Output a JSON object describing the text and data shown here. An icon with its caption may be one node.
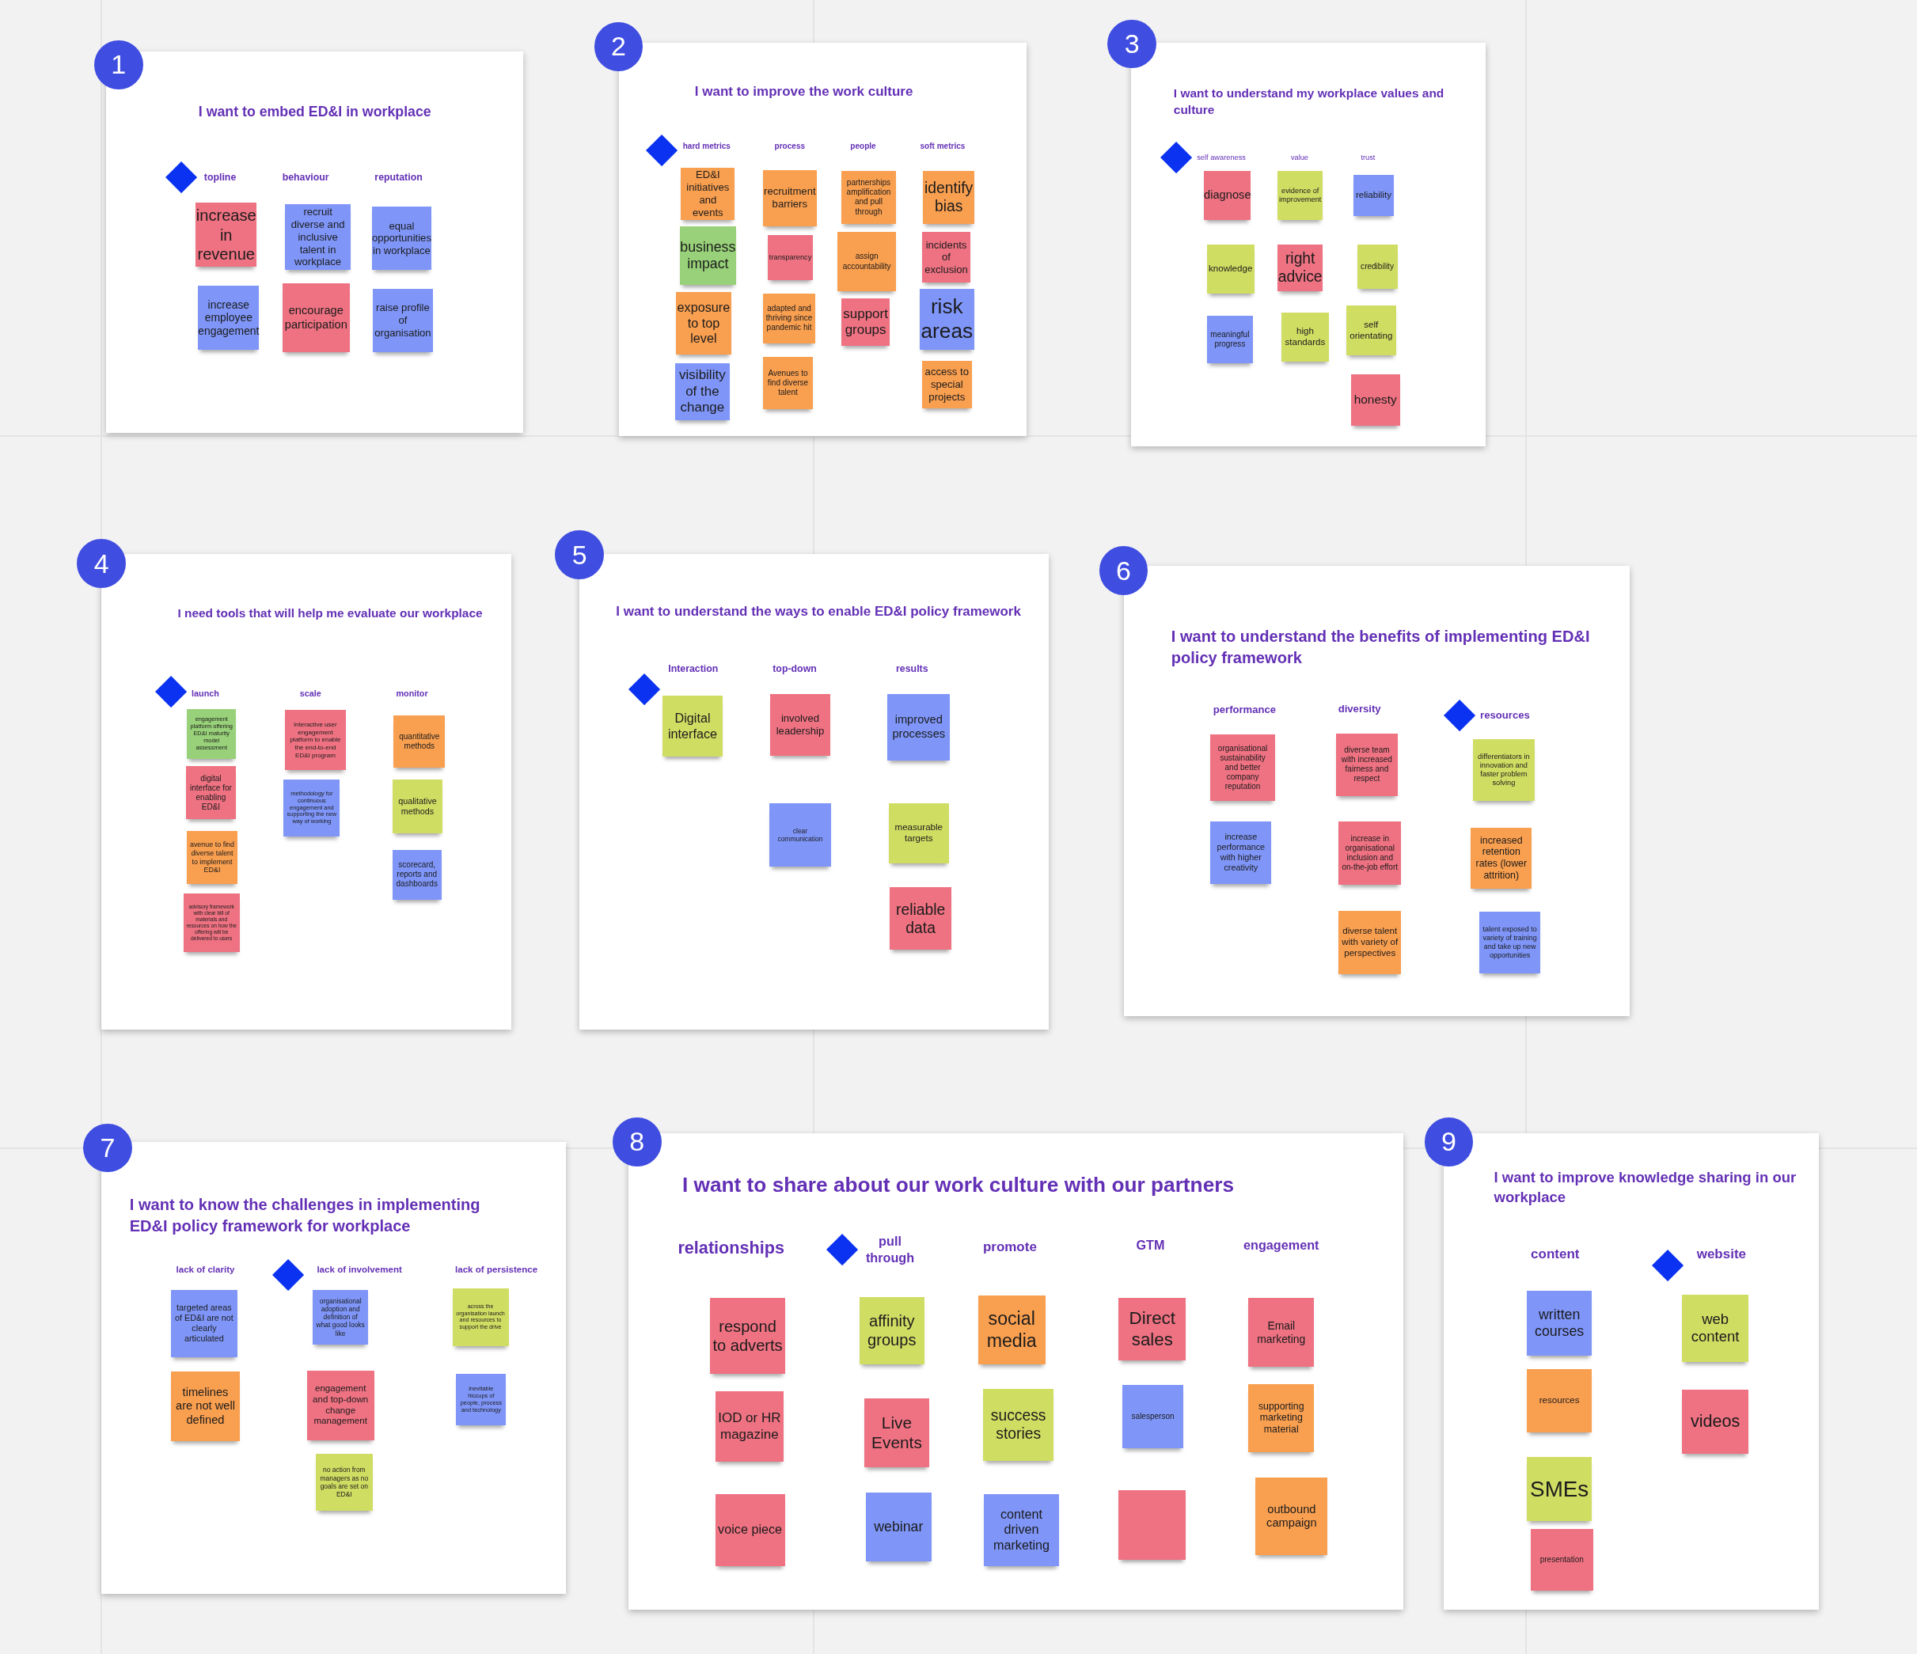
{
  "diagram": {
    "nodes": [
      {
        "text": [
          "1"
        ]
      },
      {
        "text": [
          "I want to embed ED&I in workplace"
        ]
      },
      {
        "text": [],
        "shape": "diamond",
        "in": 1
      },
      {
        "text": [
          "increase in revenue"
        ],
        "in": 1
      },
      {
        "text": [
          "recruit diverse and inclusive talent in workplace"
        ],
        "in": 1
      },
      {
        "text": [
          "equal opportunities in workplace"
        ],
        "in": 1
      },
      {
        "text": [
          "increase employee engagement"
        ],
        "in": 1
      },
      {
        "text": [
          "encourage participation"
        ],
        "in": 1
      },
      {
        "text": [
          "raise profile of organisation"
        ],
        "in": 1
      },
      {
        "text": [
          "2"
        ]
      },
      {
        "text": [
          "I want to improve the work culture"
        ]
      },
      {
        "text": [],
        "shape": "diamond",
        "in": 10
      },
      {
        "text": [
          "ED&I initiatives and events"
        ],
        "in": 10
      },
      {
        "text": [
          "business impact"
        ],
        "in": 10
      },
      {
        "text": [
          "exposure to top level"
        ],
        "in": 10
      },
      {
        "text": [
          "visibility of the change"
        ],
        "in": 10
      },
      {
        "text": [
          "recruitment barriers"
        ],
        "in": 10
      },
      {
        "text": [
          "transparency"
        ],
        "in": 10
      },
      {
        "text": [
          "adapted and thriving since pandemic hit"
        ],
        "in": 10
      },
      {
        "text": [
          "Avenues to find diverse talent"
        ],
        "in": 10
      },
      {
        "text": [
          "partnerships amplification and pull through"
        ],
        "in": 10
      },
      {
        "text": [
          "assign accountability"
        ],
        "in": 10
      },
      {
        "text": [
          "support groups"
        ],
        "in": 10
      },
      {
        "text": [
          "identify bias"
        ],
        "in": 10
      },
      {
        "text": [
          "incidents of exclusion"
        ],
        "in": 10
      },
      {
        "text": [
          "risk areas"
        ],
        "in": 10
      },
      {
        "text": [
          "access to special projects"
        ],
        "in": 10
      },
      {
        "text": [
          "3"
        ]
      },
      {
        "text": [
          "I want to understand my workplace values and culture"
        ]
      },
      {
        "text": [],
        "shape": "diamond",
        "in": 28
      },
      {
        "text": [
          "diagnose"
        ],
        "in": 28
      },
      {
        "text": [
          "evidence of improvement"
        ],
        "in": 28
      },
      {
        "text": [
          "reliability"
        ],
        "in": 28
      },
      {
        "text": [
          "knowledge"
        ],
        "in": 28
      },
      {
        "text": [
          "right advice"
        ],
        "in": 28
      },
      {
        "text": [
          "credibility"
        ],
        "in": 28
      },
      {
        "text": [
          "meaningful progress"
        ],
        "in": 28
      },
      {
        "text": [
          "high standards"
        ],
        "in": 28
      },
      {
        "text": [
          "self orientating"
        ],
        "in": 28
      },
      {
        "text": [
          "honesty"
        ],
        "in": 28
      },
      {
        "text": [
          "4"
        ]
      },
      {
        "text": [
          "I need tools that will help me evaluate our workplace"
        ]
      },
      {
        "text": [],
        "shape": "diamond",
        "in": 41
      },
      {
        "text": [
          "engagement platform offering ED&I maturity model assessment"
        ],
        "in": 41
      },
      {
        "text": [
          "digital interface for enabling ED&I"
        ],
        "in": 41
      },
      {
        "text": [
          "avenue to find diverse talent to implement ED&I"
        ],
        "in": 41
      },
      {
        "text": [
          "advisory framework with clear bill of materials and resources on how the offering will be delivered to users"
        ],
        "in": 41
      },
      {
        "text": [
          "interactive user engagement platform to enable the end-to-end ED&I program"
        ],
        "in": 41
      },
      {
        "text": [
          "methodology for continuous engagement and supporting the new way of working"
        ],
        "in": 41
      },
      {
        "text": [
          "quantitative methods"
        ],
        "in": 41
      },
      {
        "text": [
          "qualitative methods"
        ],
        "in": 41
      },
      {
        "text": [
          "scorecard, reports and dashboards"
        ],
        "in": 41
      },
      {
        "text": [
          "5"
        ]
      },
      {
        "text": [
          "I want to understand the ways to enable ED&I policy framework"
        ]
      },
      {
        "text": [],
        "shape": "diamond",
        "in": 53
      },
      {
        "text": [
          "Digital interface"
        ],
        "in": 53
      },
      {
        "text": [
          "involved leadership"
        ],
        "in": 53
      },
      {
        "text": [
          "improved processes"
        ],
        "in": 53
      },
      {
        "text": [
          "clear communication"
        ],
        "in": 53
      },
      {
        "text": [
          "measurable targets"
        ],
        "in": 53
      },
      {
        "text": [
          "reliable data"
        ],
        "in": 53
      },
      {
        "text": [
          "6"
        ]
      },
      {
        "text": [
          "I want to understand the benefits of implementing ED&I policy framework"
        ]
      },
      {
        "text": [],
        "shape": "diamond",
        "in": 62
      },
      {
        "text": [
          "organisational sustainability and better company reputation"
        ],
        "in": 62
      },
      {
        "text": [
          "increase performance with higher creativity"
        ],
        "in": 62
      },
      {
        "text": [
          "diverse team with increased fairness and respect"
        ],
        "in": 62
      },
      {
        "text": [
          "increase in organisational inclusion and on-the-job effort"
        ],
        "in": 62
      },
      {
        "text": [
          "diverse talent with variety of perspectives"
        ],
        "in": 62
      },
      {
        "text": [
          "differentiators in innovation and faster problem solving"
        ],
        "in": 62
      },
      {
        "text": [
          "increased retention rates (lower attrition)"
        ],
        "in": 62
      },
      {
        "text": [
          "talent exposed to variety of training and take up new opportunities"
        ],
        "in": 62
      },
      {
        "text": [
          "7"
        ]
      },
      {
        "text": [
          "I want to know the challenges in implementing ED&I policy framework for workplace"
        ]
      },
      {
        "text": [],
        "shape": "diamond",
        "in": 73
      },
      {
        "text": [
          "targeted areas of ED&I are not clearly articulated"
        ],
        "in": 73
      },
      {
        "text": [
          "timelines are not well defined"
        ],
        "in": 73
      },
      {
        "text": [
          "organisational adoption and definition of what good looks like"
        ],
        "in": 73
      },
      {
        "text": [
          "engagement and top-down change management"
        ],
        "in": 73
      },
      {
        "text": [
          "no action from managers as no goals are set on ED&I"
        ],
        "in": 73
      },
      {
        "text": [
          "across the organisation launch and resources to support the drive"
        ],
        "in": 73
      },
      {
        "text": [
          "inevitable hiccups of people, process and technology"
        ],
        "in": 73
      },
      {
        "text": [
          "8"
        ]
      },
      {
        "text": [
          "I want to share about our work culture with our partners"
        ]
      },
      {
        "text": [],
        "shape": "diamond",
        "in": 83
      },
      {
        "text": [
          "respond to adverts"
        ],
        "in": 83
      },
      {
        "text": [
          "IOD or HR magazine"
        ],
        "in": 83
      },
      {
        "text": [
          "voice piece"
        ],
        "in": 83
      },
      {
        "text": [
          "affinity groups"
        ],
        "in": 83
      },
      {
        "text": [
          "Live Events"
        ],
        "in": 83
      },
      {
        "text": [
          "webinar"
        ],
        "in": 83
      },
      {
        "text": [
          "social media"
        ],
        "in": 83
      },
      {
        "text": [
          "success stories"
        ],
        "in": 83
      },
      {
        "text": [
          "content driven marketing"
        ],
        "in": 83
      },
      {
        "text": [
          "Direct sales"
        ],
        "in": 83
      },
      {
        "text": [
          "salesperson"
        ],
        "in": 83
      },
      {
        "text": [],
        "shape": "box",
        "in": 83
      },
      {
        "text": [
          "Email marketing"
        ],
        "in": 83
      },
      {
        "text": [
          "supporting marketing material"
        ],
        "in": 83
      },
      {
        "text": [
          "outbound campaign"
        ],
        "in": 83
      },
      {
        "text": [
          "9"
        ]
      },
      {
        "text": [
          "I want to improve knowledge sharing in our workplace"
        ]
      },
      {
        "text": [],
        "shape": "diamond",
        "in": 101
      },
      {
        "text": [
          "written courses"
        ],
        "in": 101
      },
      {
        "text": [
          "resources"
        ],
        "in": 101
      },
      {
        "text": [
          "SMEs"
        ],
        "in": 101
      },
      {
        "text": [
          "presentation"
        ],
        "in": 101
      },
      {
        "text": [
          "web content"
        ],
        "in": 101
      },
      {
        "text": [
          "videos"
        ],
        "in": 101
      }
    ],
    "labels": [
      "topline",
      "behaviour",
      "reputation",
      "hard metrics",
      "process",
      "people",
      "soft metrics",
      "self awareness",
      "value",
      "trust",
      "launch",
      "scale",
      "monitor",
      "Interaction",
      "top-down",
      "results",
      "performance",
      "diversity",
      "resources",
      "lack of clarity",
      "lack of involvement",
      "lack of persistence",
      "relationships",
      "pull through",
      "promote",
      "GTM",
      "engagement",
      "content",
      "website"
    ]
  }
}
